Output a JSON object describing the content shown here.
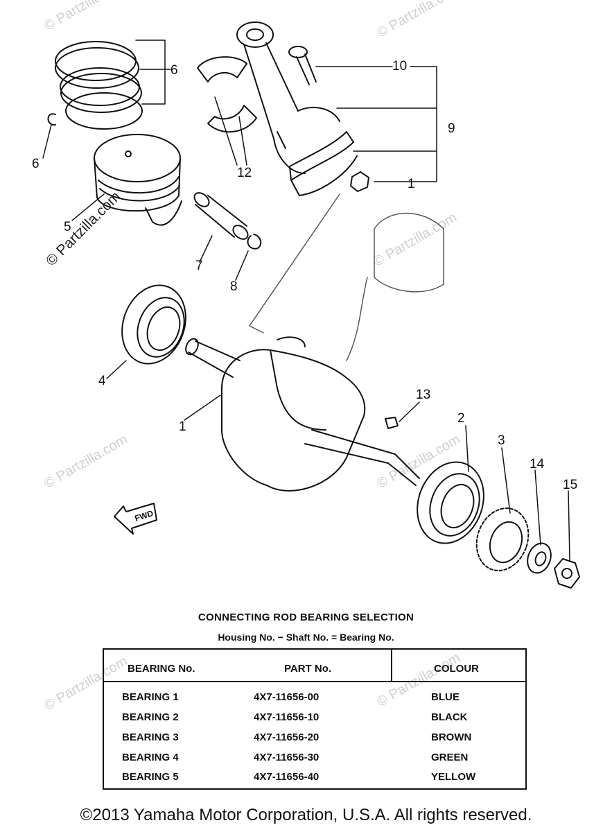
{
  "callouts": [
    "1",
    "1",
    "2",
    "3",
    "4",
    "5",
    "6",
    "6",
    "7",
    "8",
    "9",
    "10",
    "12",
    "13",
    "14",
    "15"
  ],
  "fwd_label": "FWD",
  "watermark": "© Partzilla.com",
  "bearing_table": {
    "title": "CONNECTING ROD BEARING SELECTION",
    "subtitle": "Housing No. − Shaft No. = Bearing No.",
    "headers": [
      "BEARING No.",
      "PART No.",
      "COLOUR"
    ],
    "rows": [
      [
        "BEARING  1",
        "4X7-11656-00",
        "BLUE"
      ],
      [
        "BEARING  2",
        "4X7-11656-10",
        "BLACK"
      ],
      [
        "BEARING  3",
        "4X7-11656-20",
        "BROWN"
      ],
      [
        "BEARING  4",
        "4X7-11656-30",
        "GREEN"
      ],
      [
        "BEARING  5",
        "4X7-11656-40",
        "YELLOW"
      ]
    ]
  },
  "footer": {
    "copyright": "©2013  Yamaha Motor Corporation, U.S.A. All rights reserved."
  }
}
